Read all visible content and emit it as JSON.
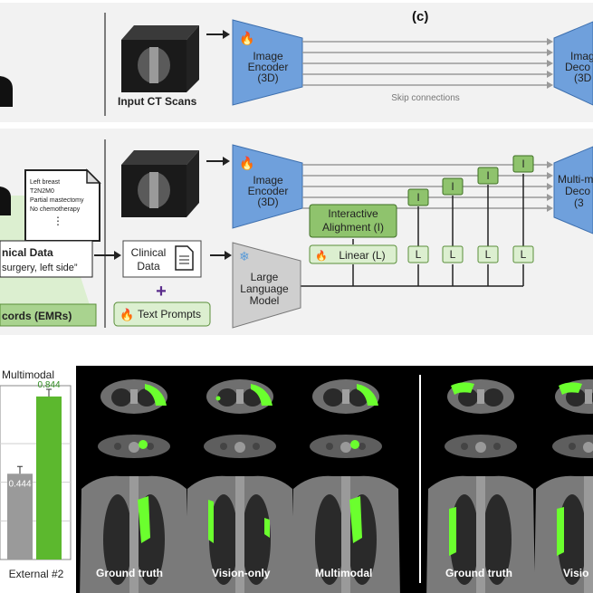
{
  "panel_a": {
    "input_ct_label": "Input CT Scans",
    "encoder_label": [
      "Image",
      "Encoder",
      "(3D)"
    ],
    "decoder_label": [
      "Image",
      "Deco",
      "(3D"
    ],
    "skip_label": "Skip connections"
  },
  "panel_b": {
    "note_lines": [
      "Left breast",
      "T2N2M0",
      "Partial mastectomy",
      "No chemotherapy",
      "⋮"
    ],
    "clinical_title": "nical Data",
    "clinical_quote": "surgery, left side”",
    "emr_label": "cords (EMRs)",
    "encoder_label": [
      "Image",
      "Encoder",
      "(3D)"
    ],
    "decoder_label": [
      "Multi-m",
      "Deco",
      "(3"
    ],
    "alignment_label": [
      "Interactive",
      "Alighment (I)"
    ],
    "linear_label": "Linear (L)",
    "clinical_box_label": [
      "Clinical",
      "Data"
    ],
    "plus": "+",
    "text_prompts_label": "Text Prompts",
    "llm_label": [
      "Large",
      "Language",
      "Model"
    ],
    "i_block": "I",
    "l_block": "L"
  },
  "panel_c": {
    "tag": "(c)",
    "captions": [
      "Ground truth",
      "Vision-only",
      "Multimodal",
      "Ground truth",
      "Visio"
    ]
  },
  "chart_left": {
    "legend_fragment": "Multimodal",
    "xlabel": "External #2"
  },
  "chart_data": {
    "type": "bar",
    "categories": [
      "External #2"
    ],
    "series": [
      {
        "values": [
          0.444
        ],
        "color": "#9a9a9a"
      },
      {
        "name": "Multimodal",
        "values": [
          0.844
        ],
        "color": "#5cb82e"
      }
    ],
    "value_labels": [
      "0.444",
      "0.844"
    ],
    "ylim": [
      0,
      0.9
    ],
    "grid": true
  },
  "colors": {
    "encoder_blue": "#6fa0dc",
    "green_block": "#8fc36d",
    "green_light": "#dcefd0",
    "llm_gray": "#cfcfcf",
    "vision_bar": "#9a9a9a",
    "multimodal_bar": "#5cb82e"
  }
}
